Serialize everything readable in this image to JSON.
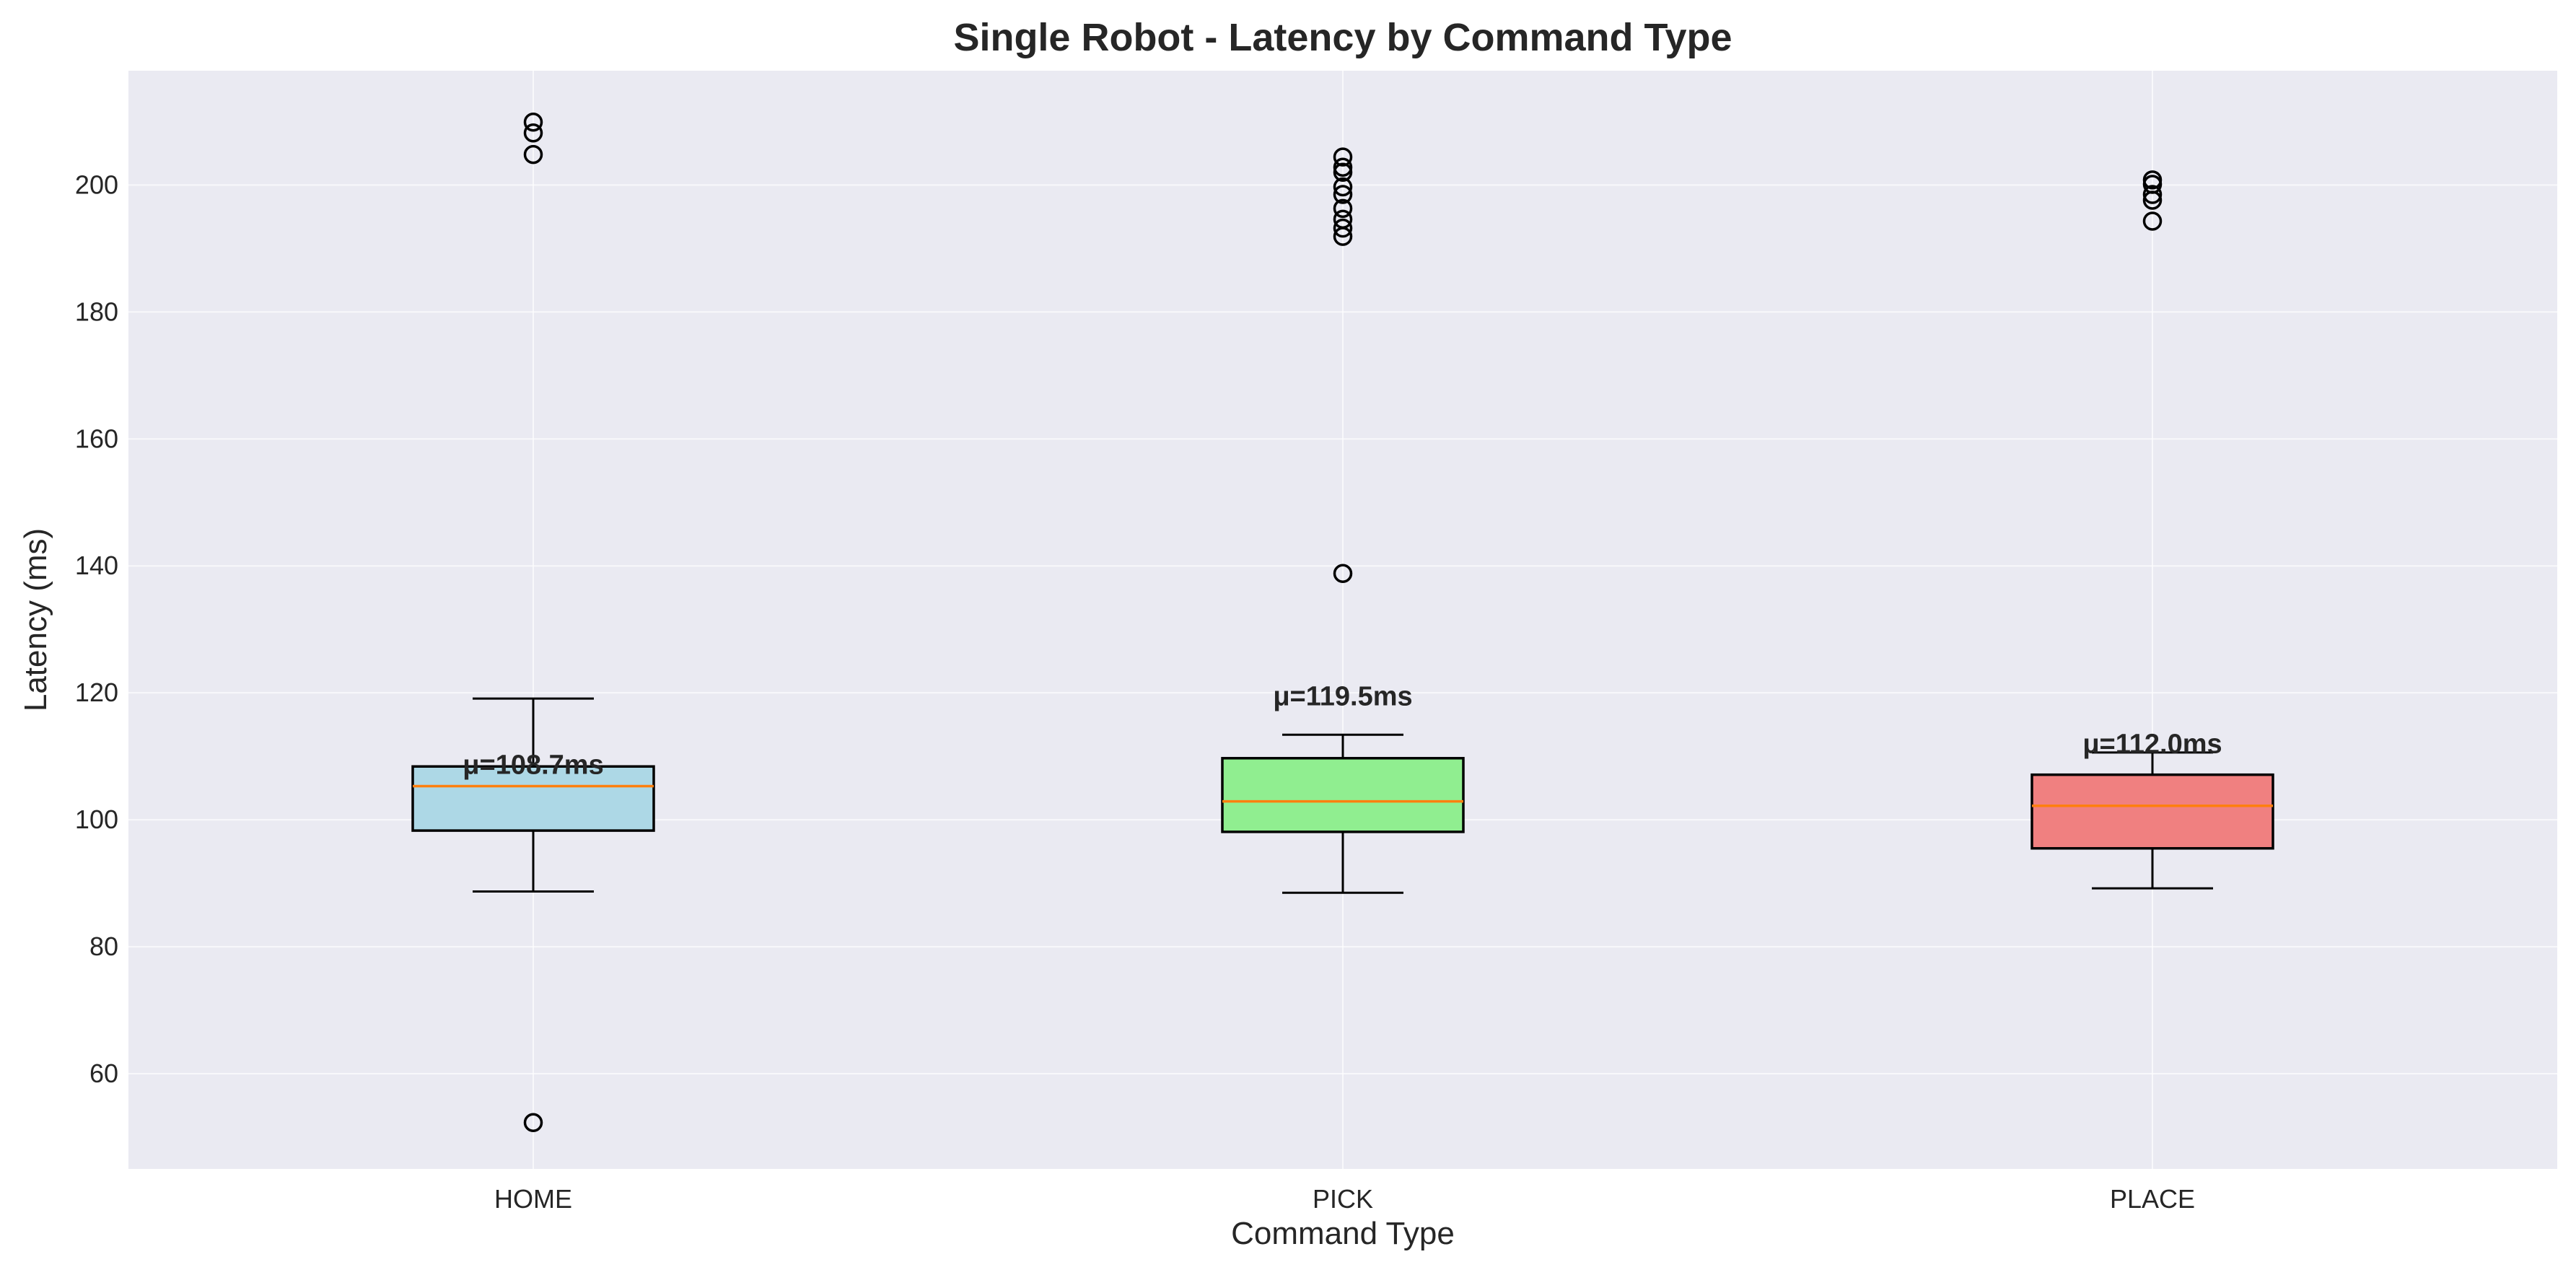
{
  "chart_data": {
    "type": "boxplot",
    "title": "Single Robot - Latency by Command Type",
    "xlabel": "Command Type",
    "ylabel": "Latency (ms)",
    "ylim": [
      45,
      218
    ],
    "yticks": [
      60,
      80,
      100,
      120,
      140,
      160,
      180,
      200
    ],
    "grid": true,
    "legend": "none",
    "colors": {
      "plot_bg": "#eaeaf2",
      "grid": "#ffffff",
      "median": "#ff7f0e",
      "edge": "#000000"
    },
    "categories": [
      {
        "name": "HOME",
        "color": "#add8e6",
        "whisker_low": 88.7,
        "q1": 98.3,
        "median": 105.3,
        "q3": 108.4,
        "whisker_high": 119.1,
        "outliers": [
          52.3,
          204.8,
          208.2,
          209.9
        ],
        "mean_label": "μ=108.7ms",
        "mean_label_y": 108.7
      },
      {
        "name": "PICK",
        "color": "#90ee90",
        "whisker_low": 88.5,
        "q1": 98.1,
        "median": 102.9,
        "q3": 109.7,
        "whisker_high": 113.4,
        "outliers": [
          138.8,
          191.9,
          193.2,
          194.6,
          196.3,
          198.5,
          199.7,
          202.0,
          202.8,
          204.4
        ],
        "mean_label": "μ=119.5ms",
        "mean_label_y": 119.5
      },
      {
        "name": "PLACE",
        "color": "#f08080",
        "whisker_low": 89.2,
        "q1": 95.5,
        "median": 102.2,
        "q3": 107.1,
        "whisker_high": 110.6,
        "outliers": [
          194.3,
          197.6,
          198.5,
          200.1,
          200.8
        ],
        "mean_label": "μ=112.0ms",
        "mean_label_y": 112.0
      }
    ]
  }
}
